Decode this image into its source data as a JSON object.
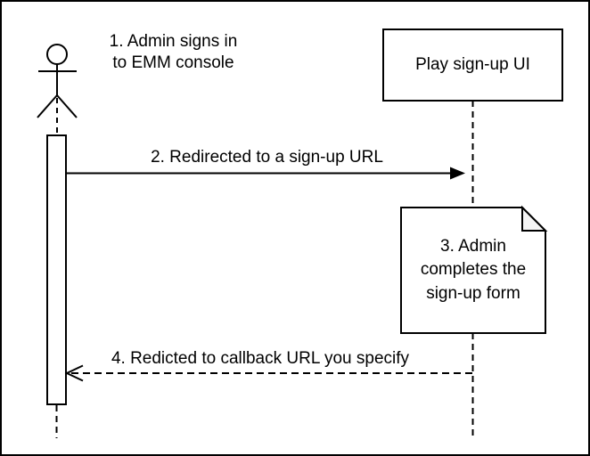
{
  "diagram": {
    "kind": "uml-sequence-diagram",
    "actor": {
      "label": "1. Admin signs in\nto EMM console"
    },
    "participant": {
      "label": "Play sign-up UI"
    },
    "messages": [
      {
        "text": "2. Redirected to a sign-up URL",
        "line_style": "solid",
        "arrowhead": "filled",
        "direction": "left-to-right"
      },
      {
        "text": "4. Redicted to callback URL you specify",
        "line_style": "dashed",
        "arrowhead": "open",
        "direction": "right-to-left"
      }
    ],
    "note": {
      "text": "3. Admin\ncompletes the\nsign-up form"
    },
    "colors": {
      "stroke": "#000000",
      "background": "#ffffff",
      "note_fill": "#ffffff",
      "note_fold_fill": "#f5f5f5"
    }
  }
}
